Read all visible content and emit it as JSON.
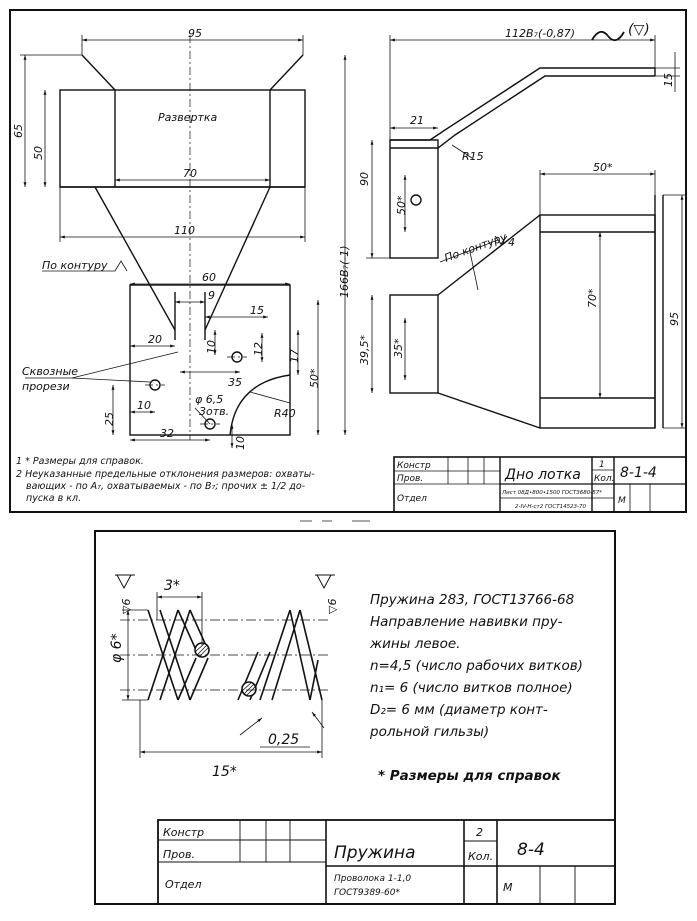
{
  "sheet1": {
    "corner_symbol": "(▽)",
    "dims": {
      "d95_top": "95",
      "d65": "65",
      "d50_left": "50",
      "d70": "70",
      "d110": "110",
      "d166": "166В₇(-1)",
      "d60": "60",
      "d9": "9",
      "d15_slot": "15",
      "d20": "20",
      "d10_slot": "10",
      "d12": "12",
      "d17": "17",
      "d35": "35",
      "d50_star_low": "50*",
      "d25": "25",
      "d10_hole": "10",
      "d6_5": "φ 6,5",
      "d3otv": "3отв.",
      "r40": "R40",
      "d32": "32",
      "d10_bottom": "10",
      "d112": "112В₇(-0,87)",
      "d15_side": "15",
      "d21": "21",
      "r15": "R15",
      "d90": "90",
      "d50_star_side": "50*",
      "d50_star_plan": "50*",
      "d70_star": "70*",
      "d95_right": "95",
      "d39_5": "39,5*",
      "d35_star": "35*"
    },
    "labels": {
      "razvertka": "Развертка",
      "po_konturu_left": "По контуру",
      "po_konturu_right": "По контуру",
      "weld_4": "4",
      "skvoznye": "Сквозные",
      "prorezi": "прорези"
    },
    "notes": {
      "n1": "1 *  Размеры для справок.",
      "n2a": "2  Неуказанные предельные отклонения размеров: охваты-",
      "n2b": "вающих - по А₇, охватываемых - по В₇; прочих ± 1/2 до-",
      "n2c": "пуска в кл."
    },
    "title_block": {
      "konstr": "Констр",
      "prov": "Пров.",
      "otdel": "Отдел",
      "title": "Дно лотка",
      "qty": "1",
      "qty_label": "Кол.",
      "code": "8-1-4",
      "mat1": "Лист  08Д•800•1500 ГОСТ3680-57*",
      "mat2": "2-IV-Н-ст2 ГОСТ14523-70",
      "m": "М"
    }
  },
  "sheet2": {
    "dims": {
      "d3": "3*",
      "d6": "φ 6*",
      "d0_25": "0,25",
      "d15": "15*",
      "sym_left": "▽6",
      "sym_right": "▽6"
    },
    "spec": [
      "Пружина 283, ГОСТ13766-68",
      "Направление навивки пру-",
      "жины левое.",
      "n=4,5 (число рабочих витков)",
      "n₁= 6 (число витков полное)",
      "D₂= 6 мм (диаметр конт-",
      "рольной гильзы)"
    ],
    "ref_note": "* Размеры для справок",
    "title_block": {
      "konstr": "Констр",
      "prov": "Пров.",
      "otdel": "Отдел",
      "title": "Пружина",
      "qty": "2",
      "qty_label": "Кол.",
      "code": "8-4",
      "mat1": "Проволока 1-1,0",
      "mat2": "ГОСТ9389-60*",
      "m": "М"
    }
  }
}
